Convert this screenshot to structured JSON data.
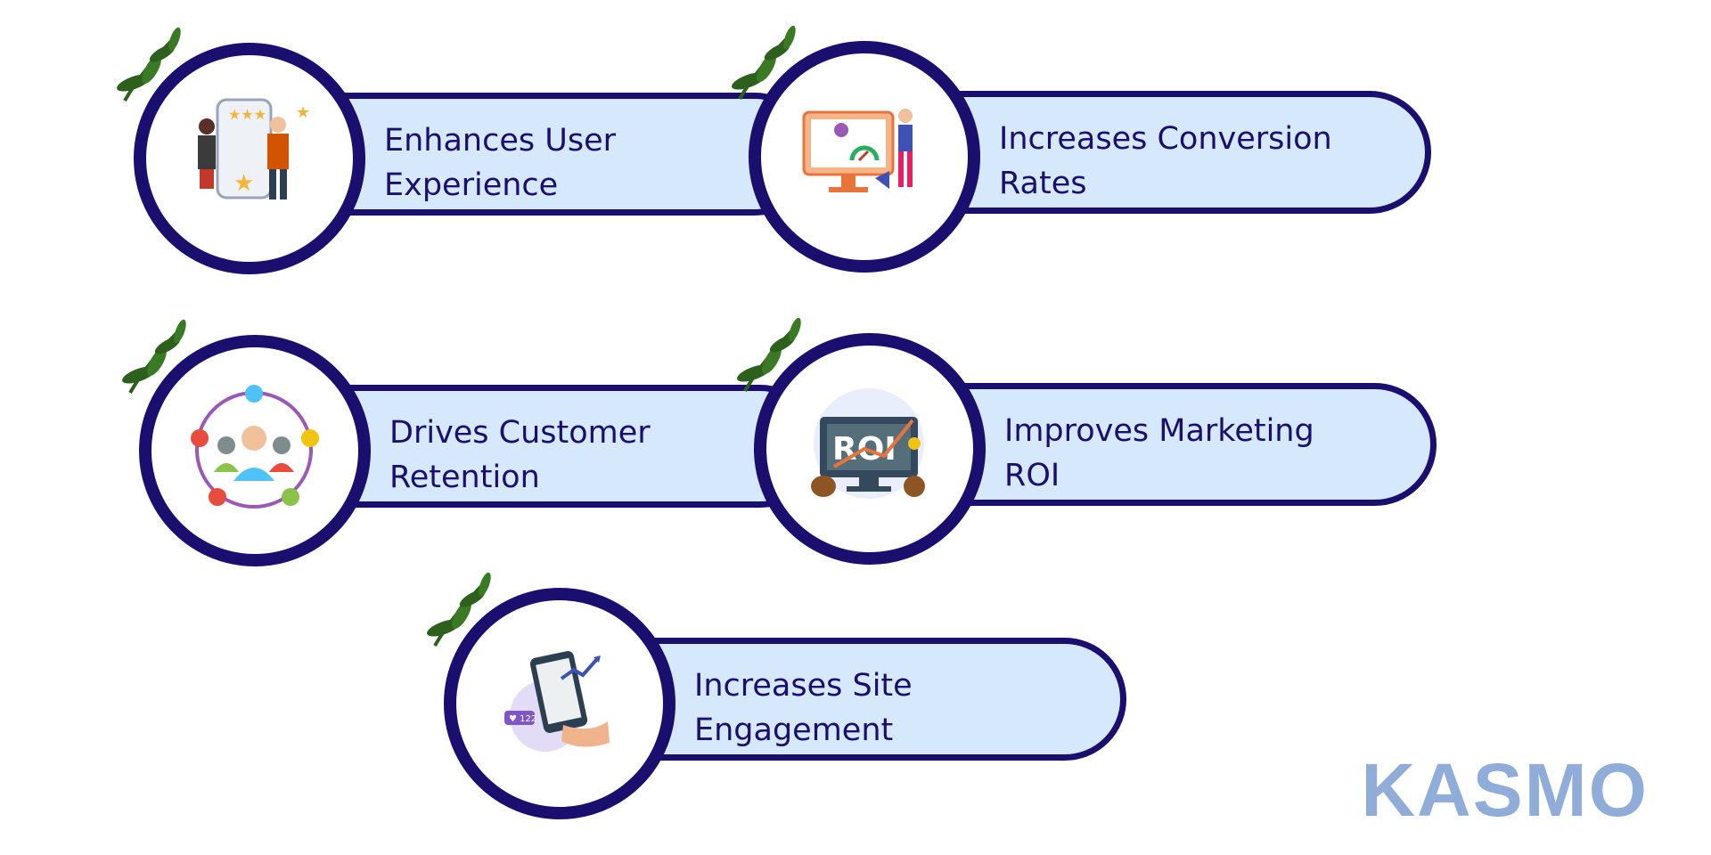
{
  "colors": {
    "navy": "#1a0f6e",
    "pill_fill": "#d6e8fb",
    "brand": "#8fadd8",
    "leaf": "#2d5f1d"
  },
  "items": [
    {
      "label": "Enhances User\nExperience",
      "icon": "user-experience-rating-illustration"
    },
    {
      "label": "Increases Conversion\nRates",
      "icon": "conversion-dashboard-illustration"
    },
    {
      "label": "Drives Customer\nRetention",
      "icon": "customer-network-illustration"
    },
    {
      "label": "Improves Marketing\nROI",
      "icon": "roi-monitor-illustration"
    },
    {
      "label": "Increases Site\nEngagement",
      "icon": "mobile-engagement-illustration"
    }
  ],
  "brand": {
    "name": "KASMO"
  }
}
